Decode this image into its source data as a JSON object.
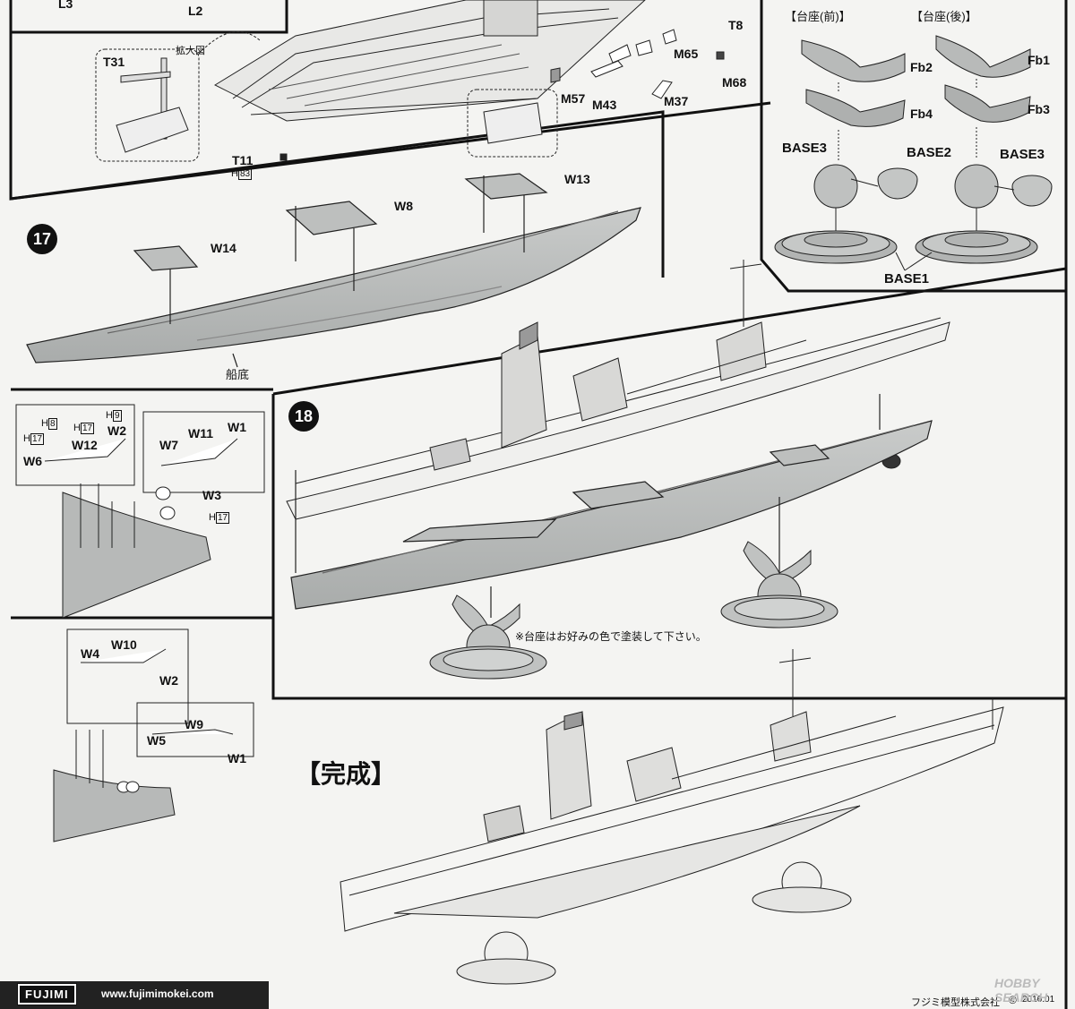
{
  "top_labels": {
    "l3": "L3",
    "l2": "L2",
    "t31": "T31",
    "kakudai": "拡大図",
    "t11": "T11",
    "h83_h": "H",
    "h83_n": "83",
    "t8": "T8",
    "m65": "M65",
    "m68": "M68",
    "m57": "M57",
    "m43": "M43",
    "m37": "M37"
  },
  "stand": {
    "front_title": "【台座(前)】",
    "rear_title": "【台座(後)】",
    "fb2": "Fb2",
    "fb4": "Fb4",
    "fb1": "Fb1",
    "fb3": "Fb3",
    "base3_left": "BASE3",
    "base2": "BASE2",
    "base3_right": "BASE3",
    "base1": "BASE1"
  },
  "step17": {
    "number": "17",
    "w14": "W14",
    "w8": "W8",
    "w13": "W13",
    "hull_bottom": "船底"
  },
  "props_a": {
    "h8_h": "H",
    "h8_n": "8",
    "h17a_h": "H",
    "h17a_n": "17",
    "h9_h": "H",
    "h9_n": "9",
    "h17b_h": "H",
    "h17b_n": "17",
    "w12": "W12",
    "w2": "W2",
    "w6": "W6",
    "w7": "W7",
    "w11": "W11",
    "w1": "W1",
    "w3": "W3",
    "h17c_h": "H",
    "h17c_n": "17"
  },
  "props_b": {
    "w4": "W4",
    "w10": "W10",
    "w2": "W2",
    "w5": "W5",
    "w9": "W9",
    "w1": "W1"
  },
  "step18": {
    "number": "18",
    "note": "※台座はお好みの色で塗装して下さい。"
  },
  "completed": {
    "title": "【完成】"
  },
  "footer": {
    "brand": "FUJIMI",
    "url": "www.fujimimokei.com",
    "company": "フジミ模型株式会社",
    "copyright": "©",
    "year": "2016.01",
    "watermark": "HOBBY SEARCH"
  }
}
